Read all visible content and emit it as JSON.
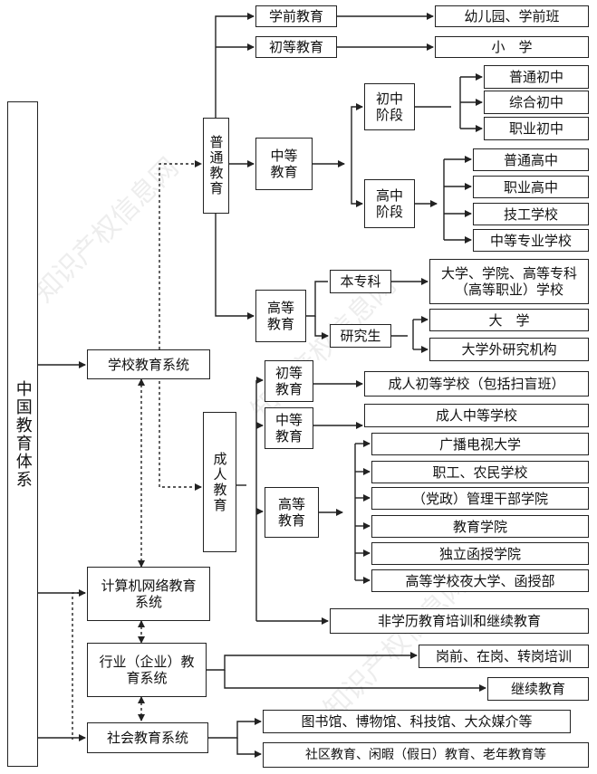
{
  "root": "中国教育体系",
  "system": {
    "school": "学校教育系统",
    "network": "计算机网络教育系统",
    "industry": "行业（企业）教育系统",
    "social": "社会教育系统"
  },
  "school": {
    "general": "普通教育",
    "adult": "成人教育",
    "preschool": "学前教育",
    "primary": "初等教育",
    "secondary": "中等教育",
    "higher": "高等教育",
    "junior_stage": "初中阶段",
    "senior_stage": "高中阶段",
    "undergrad": "本专科",
    "graduate": "研究生"
  },
  "leaves": {
    "kindergarten": "幼儿园、学前班",
    "primary_school": "小　学",
    "general_junior": "普通初中",
    "comprehensive_junior": "综合初中",
    "vocational_junior": "职业初中",
    "general_senior": "普通高中",
    "vocational_senior": "职业高中",
    "technical_school": "技工学校",
    "secondary_specialized": "中等专业学校",
    "universities": "大学、学院、高等专科（高等职业）学校",
    "university": "大　学",
    "research_outside": "大学外研究机构"
  },
  "adult": {
    "primary": "初等教育",
    "secondary": "中等教育",
    "higher": "高等教育",
    "adult_primary_school": "成人初等学校（包括扫盲班）",
    "adult_secondary_school": "成人中等学校",
    "tv_university": "广播电视大学",
    "worker_farmer_school": "职工、农民学校",
    "cadre_college": "（党政）管理干部学院",
    "education_college": "教育学院",
    "correspondence_college": "独立函授学院",
    "night_university": "高等学校夜大学、函授部",
    "non_degree": "非学历教育培训和继续教育"
  },
  "industry": {
    "job_training": "岗前、在岗、转岗培训",
    "continuing": "继续教育"
  },
  "social": {
    "public_venues": "图书馆、博物馆、科技馆、大众媒介等",
    "community": "社区教育、闲暇（假日）教育、老年教育等"
  }
}
